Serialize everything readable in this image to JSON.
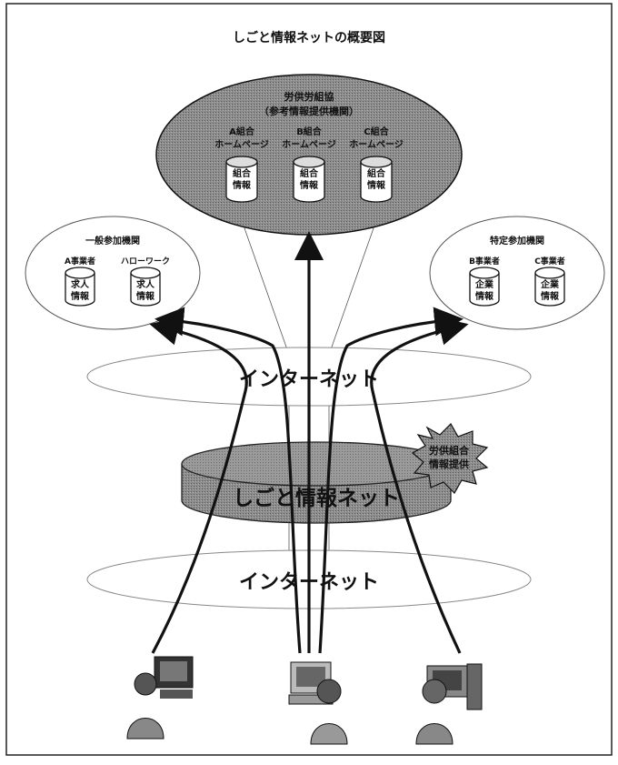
{
  "title": "しごと情報ネットの概要図",
  "top_org": {
    "line1": "労供労組協",
    "line2": "（参考情報提供機関）",
    "sites": [
      {
        "label1": "A組合",
        "label2": "ホームページ",
        "db": [
          "組合",
          "情報"
        ]
      },
      {
        "label1": "B組合",
        "label2": "ホームページ",
        "db": [
          "組合",
          "情報"
        ]
      },
      {
        "label1": "C組合",
        "label2": "ホームページ",
        "db": [
          "組合",
          "情報"
        ]
      }
    ]
  },
  "left_org": {
    "title": "一般参加機関",
    "items": [
      {
        "label": "A事業者",
        "db": [
          "求人",
          "情報"
        ]
      },
      {
        "label": "ハローワーク",
        "db": [
          "求人",
          "情報"
        ]
      }
    ]
  },
  "right_org": {
    "title": "特定参加機関",
    "items": [
      {
        "label": "B事業者",
        "db": [
          "企業",
          "情報"
        ]
      },
      {
        "label": "C事業者",
        "db": [
          "企業",
          "情報"
        ]
      }
    ]
  },
  "internet_upper": "インターネット",
  "internet_lower": "インターネット",
  "hub": "しごと情報ネット",
  "burst": [
    "労供組合",
    "情報提供"
  ]
}
